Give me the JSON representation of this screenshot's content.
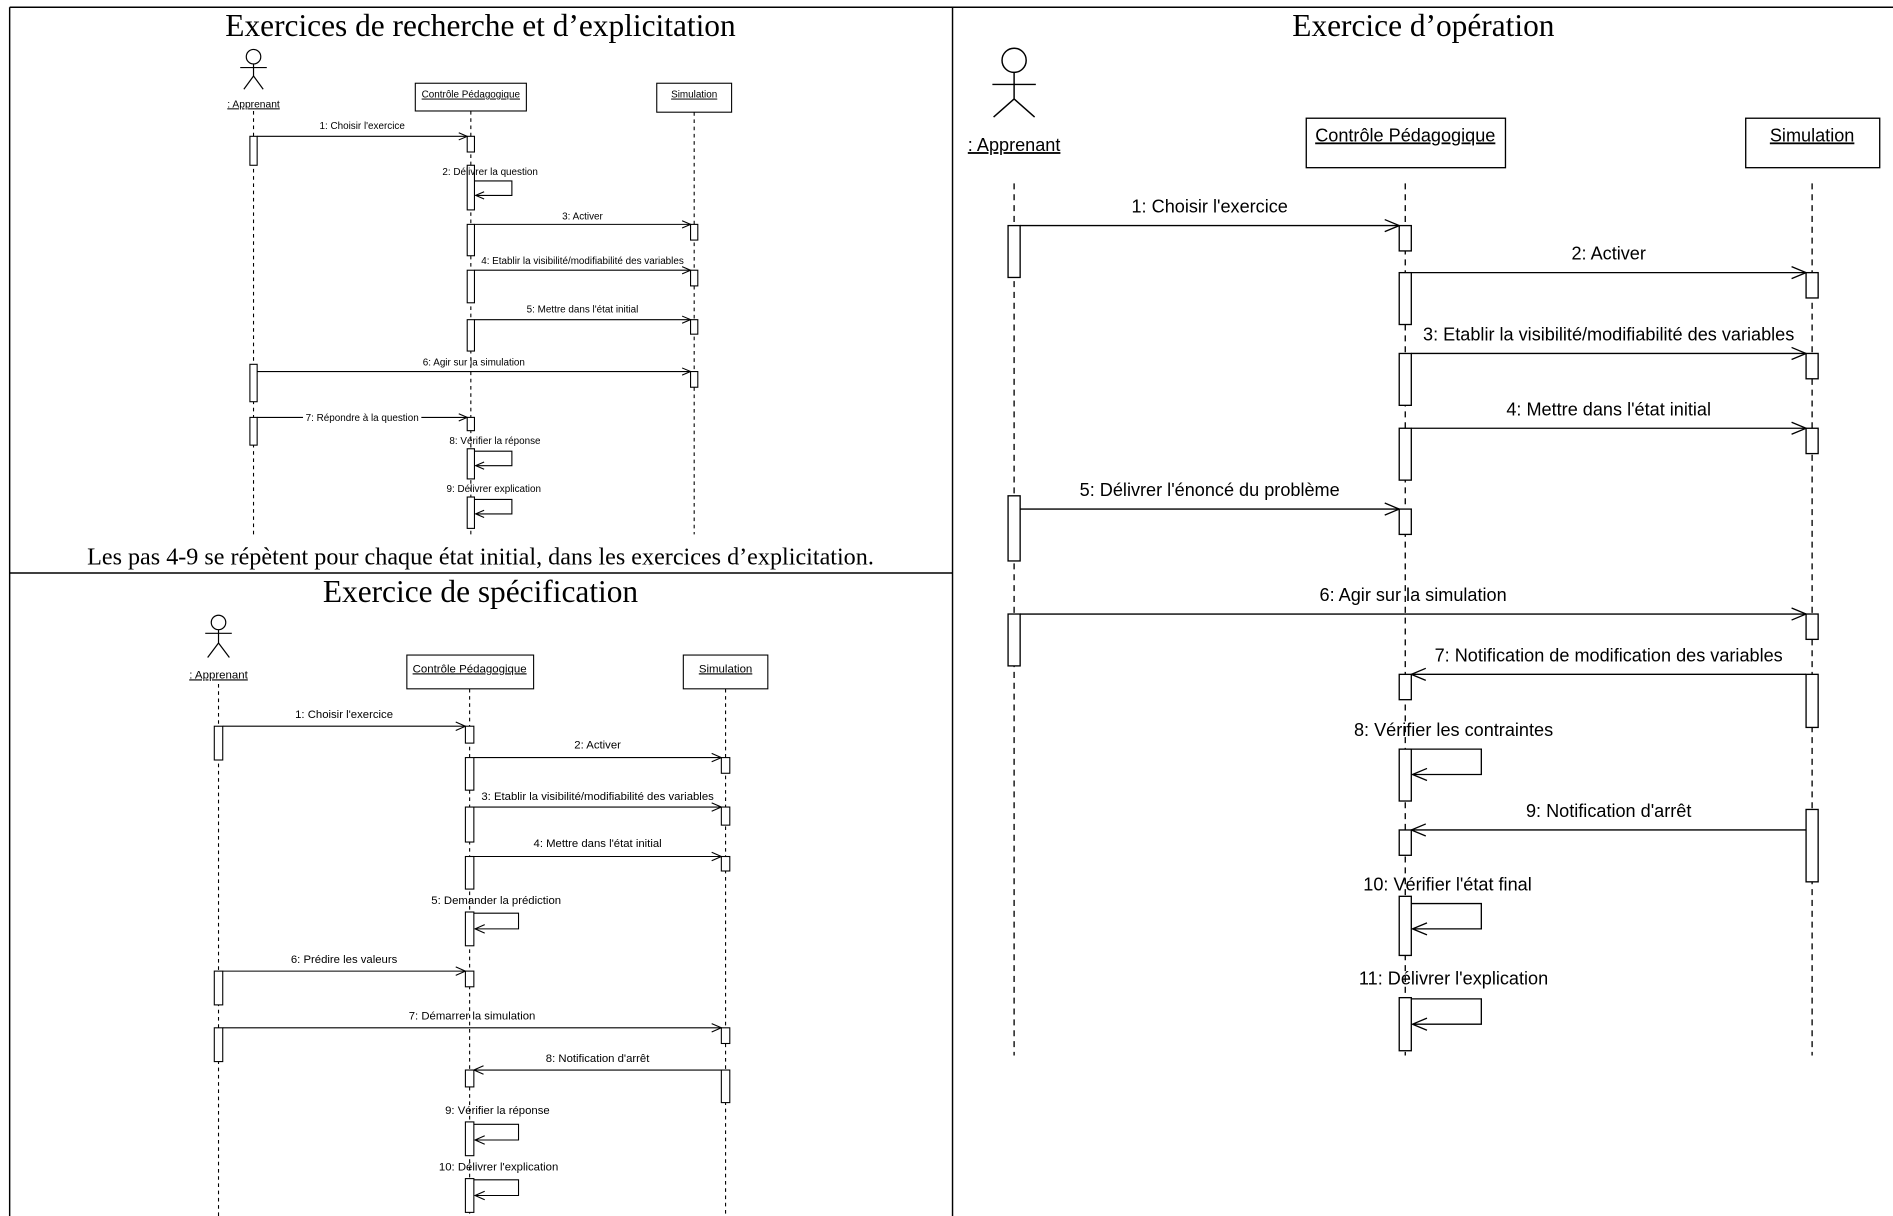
{
  "diagrams": {
    "recherche": {
      "title": "Exercices de recherche et d’explicitation",
      "participants": {
        "apprenant": ": Apprenant",
        "controle": "Contrôle Pédagogique",
        "simulation": "Simulation"
      },
      "messages": [
        "1: Choisir l'exercice",
        "2: Délivrer la question",
        "3: Activer",
        "4: Etablir la visibilité/modifiabilité des variables",
        "5: Mettre dans l'état initial",
        "6: Agir sur la simulation",
        "7: Répondre à la question",
        "8: Vérifier la réponse",
        "9: Délivrer explication"
      ],
      "note": "Les pas 4-9 se répètent pour chaque état initial, dans les exercices d’explicitation."
    },
    "specification": {
      "title": "Exercice de spécification",
      "participants": {
        "apprenant": ": Apprenant",
        "controle": "Contrôle Pédagogique",
        "simulation": "Simulation"
      },
      "messages": [
        "1: Choisir l'exercice",
        "2: Activer",
        "3: Etablir la visibilité/modifiabilité des variables",
        "4: Mettre dans l'état initial",
        "5: Demander la prédiction",
        "6: Prédire les valeurs",
        "7: Démarrer la simulation",
        "8: Notification d'arrêt",
        "9: Vérifier la réponse",
        "10: Délivrer l'explication"
      ]
    },
    "operation": {
      "title": "Exercice d’opération",
      "participants": {
        "apprenant": ": Apprenant",
        "controle": "Contrôle Pédagogique",
        "simulation": "Simulation"
      },
      "messages": [
        "1: Choisir l'exercice",
        "2: Activer",
        "3: Etablir la visibilité/modifiabilité des variables",
        "4: Mettre dans l'état initial",
        "5: Délivrer l'énoncé du problème",
        "6: Agir sur la simulation",
        "7: Notification de modification des variables",
        "8: Vérifier les contraintes",
        "9: Notification d'arrêt",
        "10: Vérifier l'état final",
        "11: Délivrer l'explication"
      ]
    }
  }
}
